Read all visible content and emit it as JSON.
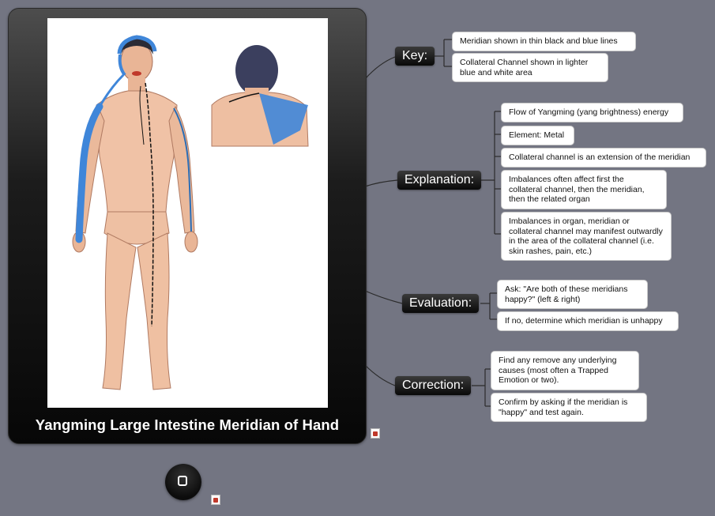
{
  "card": {
    "title": "Yangming Large Intestine Meridian of Hand"
  },
  "branches": {
    "key": {
      "label": "Key:",
      "items": [
        "Meridian shown in thin black and blue lines",
        "Collateral Channel shown in lighter blue and white area"
      ]
    },
    "explanation": {
      "label": "Explanation:",
      "items": [
        "Flow of Yangming (yang brightness) energy",
        "Element: Metal",
        "Collateral channel is an extension of the meridian",
        "Imbalances often affect first the collateral channel, then the meridian, then the related organ",
        "Imbalances in organ, meridian or collateral channel may manifest outwardly in the area of the collateral channel (i.e. skin rashes, pain, etc.)"
      ]
    },
    "evaluation": {
      "label": "Evaluation:",
      "items": [
        "Ask: \"Are both of these meridians happy?\" (left & right)",
        "If no, determine which meridian is unhappy"
      ]
    },
    "correction": {
      "label": "Correction:",
      "items": [
        "Find any remove any underlying causes (most often a Trapped Emotion or two).",
        "Confirm by asking if the meridian is \"happy\" and test again."
      ]
    }
  },
  "icons": {
    "attachment": "attachment-icon",
    "home": "home-button-icon"
  },
  "colors": {
    "background": "#737582",
    "meridian_blue": "#3f86d9",
    "skin": "#f2c4aa"
  }
}
